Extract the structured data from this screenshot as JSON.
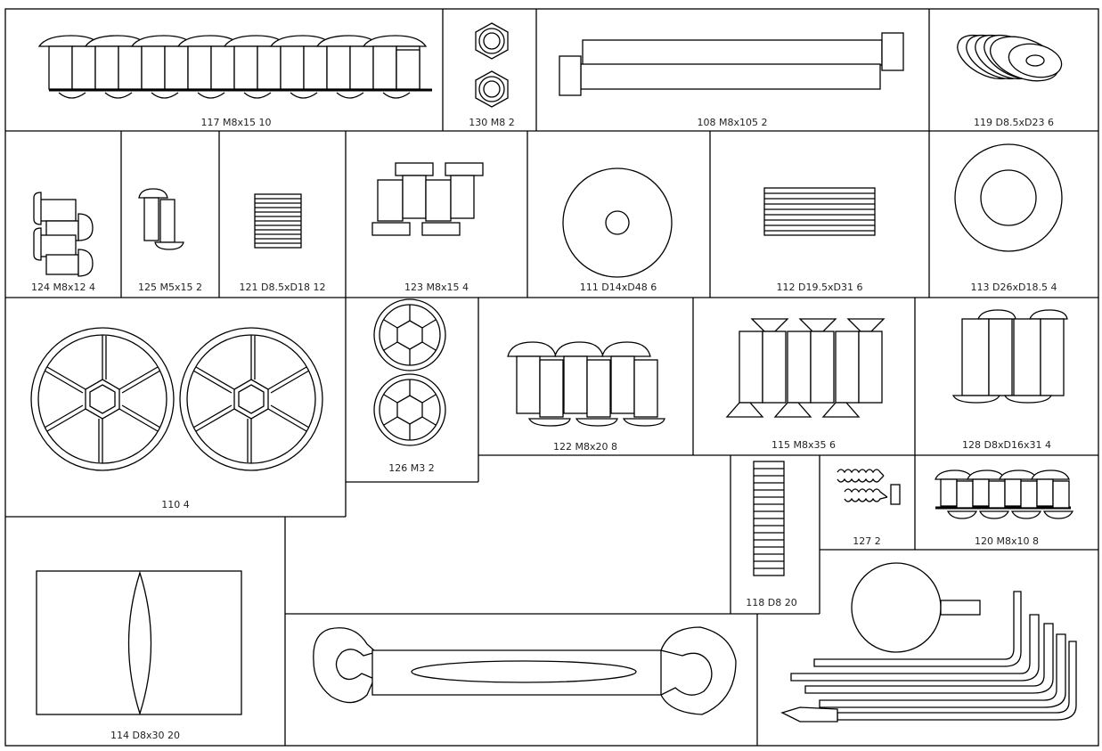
{
  "parts": [
    {
      "id": "p117",
      "label": "117 M8x15 10"
    },
    {
      "id": "p130",
      "label": "130 M8 2"
    },
    {
      "id": "p108",
      "label": "108 M8x105 2"
    },
    {
      "id": "p119",
      "label": "119 D8.5xD23 6"
    },
    {
      "id": "p124",
      "label": "124 M8x12 4"
    },
    {
      "id": "p125",
      "label": "125 M5x15 2"
    },
    {
      "id": "p121",
      "label": "121 D8.5xD18 12"
    },
    {
      "id": "p123",
      "label": "123 M8x15 4"
    },
    {
      "id": "p111",
      "label": "111 D14xD48 6"
    },
    {
      "id": "p112",
      "label": "112 D19.5xD31 6"
    },
    {
      "id": "p113",
      "label": "113 D26xD18.5 4"
    },
    {
      "id": "p110",
      "label": "110 4"
    },
    {
      "id": "p126",
      "label": "126 M3 2"
    },
    {
      "id": "p122",
      "label": "122 M8x20 8"
    },
    {
      "id": "p115",
      "label": "115 M8x35 6"
    },
    {
      "id": "p128",
      "label": "128 D8xD16x31 4"
    },
    {
      "id": "p118",
      "label": "118 D8 20"
    },
    {
      "id": "p127",
      "label": "127 2"
    },
    {
      "id": "p120",
      "label": "120 M8x10 8"
    },
    {
      "id": "p114",
      "label": "114 D8x30 20"
    }
  ]
}
